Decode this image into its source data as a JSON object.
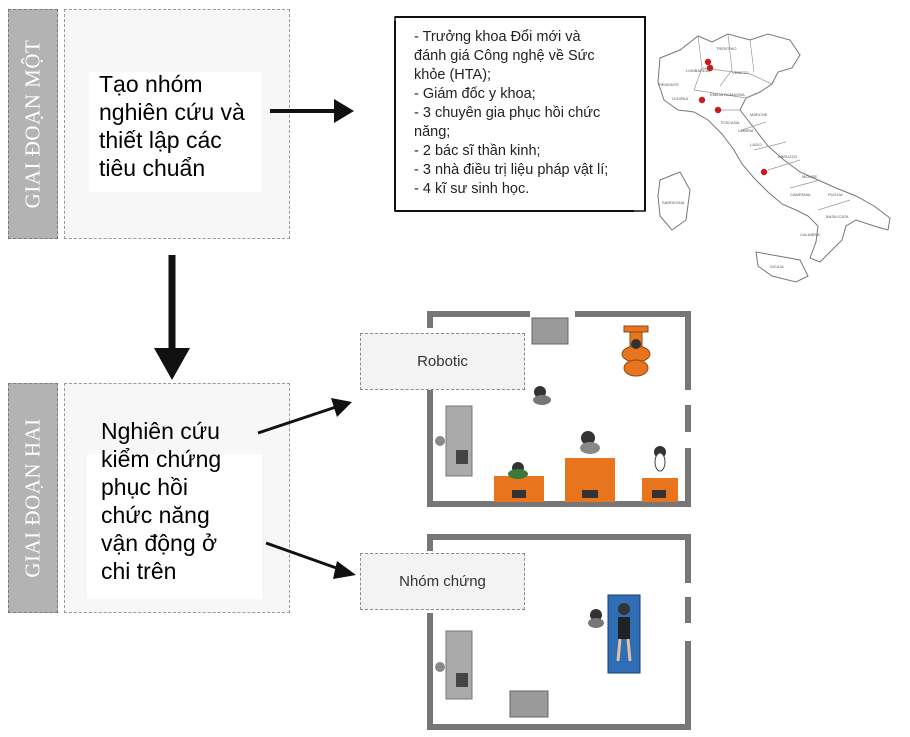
{
  "phase_one": {
    "label": "GIAI ĐOẠN MỘT",
    "text": "Tạo nhóm\nnghiên cứu và\nthiết lập các\ntiêu chuẩn"
  },
  "phase_two": {
    "label": "GIAI ĐOẠN HAI",
    "text": "Nghiên cứu\nkiểm chứng\nphục hồi\nchức năng\nvận động ở\nchi trên"
  },
  "team": {
    "lines": "- Trưởng khoa Đổi mới và\nđánh giá Công nghệ về Sức\nkhỏe (HTA);\n- Giám đốc y khoa;\n- 3 chuyên gia phục hồi chức\nnăng;\n- 2 bác sĩ thần kinh;\n- 3 nhà điều trị liệu pháp vật lí;\n- 4 kĩ sư sinh học."
  },
  "rooms": {
    "robotic_label": "Robotic",
    "control_label": "Nhóm chứng"
  },
  "map": {
    "region_labels": [
      "LOMBARDIA",
      "VENETO",
      "PIEMONTE",
      "EMILIA ROMAGNA",
      "TOSCANA",
      "LAZIO",
      "ABRUZZO",
      "CAMPANIA",
      "PUGLIA",
      "CALABRIA",
      "SARDEGNA",
      "SICILIA",
      "MARCHE",
      "UMBRIA",
      "MOLISE",
      "BASILICATA",
      "LIGURIA",
      "TRENTINO"
    ]
  },
  "colors": {
    "phase_label_bg": "#b3b3b3",
    "desk_orange": "#e8741e",
    "robot_bed_blue": "#2f6db5",
    "map_dot_red": "#cc1a1a"
  }
}
